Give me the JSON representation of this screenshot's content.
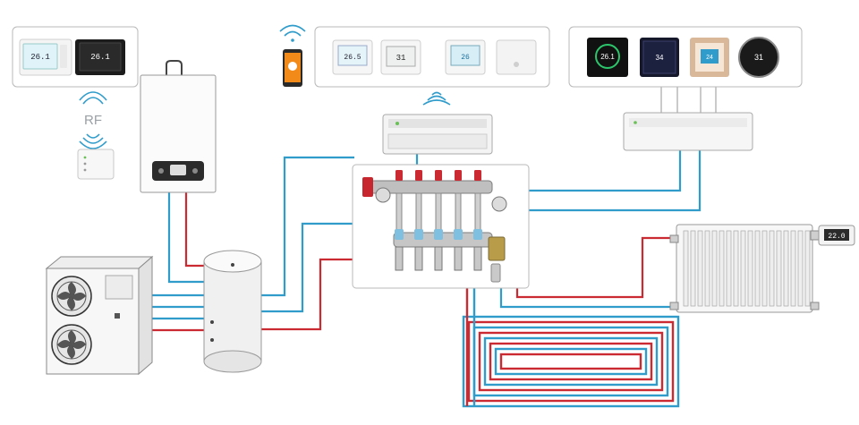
{
  "colors": {
    "supply": "#cc2a32",
    "return": "#2f9ccb",
    "outline": "#b9b9b9",
    "device_white": "#f6f6f6",
    "device_black": "#1f1f1f"
  },
  "icons": {
    "wifi": "wifi-icon",
    "phone_app": "smartphone-app-icon",
    "rf": "rf-wireless-icon"
  },
  "labels": {
    "rf": "RF"
  },
  "thermostat_displays": {
    "rf_white": "26.1",
    "rf_black": "26.1",
    "wifi_1": "26.5",
    "wifi_2": "31",
    "wifi_3": "26",
    "smart_1": "26.1",
    "smart_2": "34",
    "smart_3": "24",
    "smart_4": "31"
  },
  "trv_display": "22.0"
}
